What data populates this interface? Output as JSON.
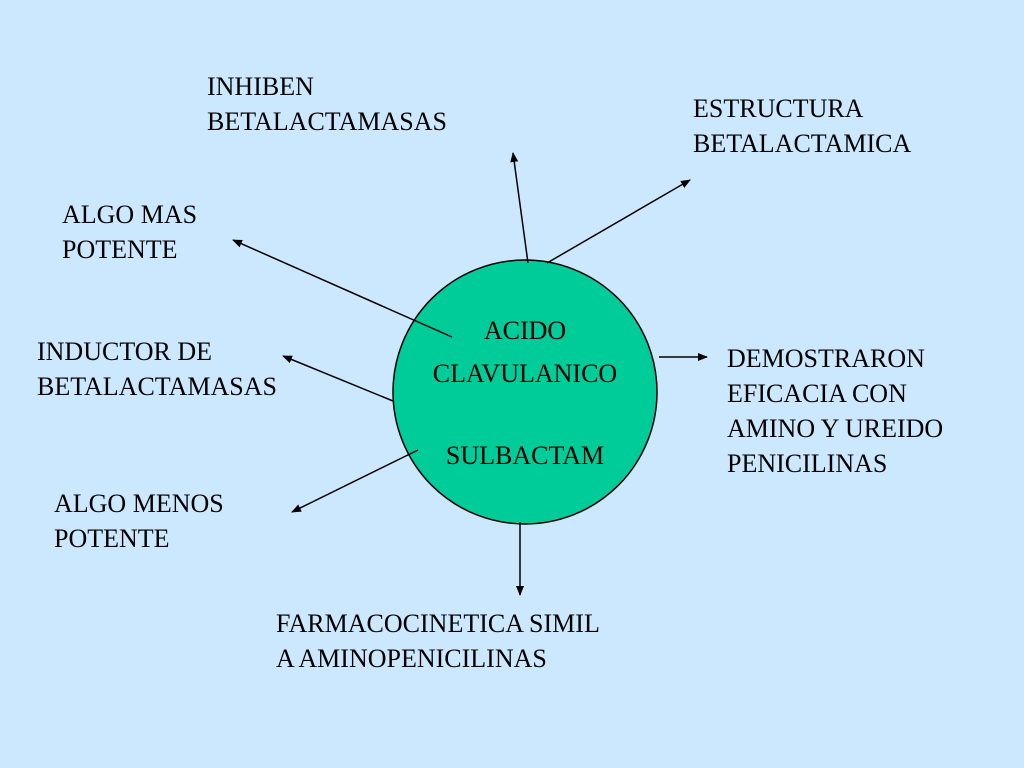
{
  "colors": {
    "background": "#cce8ff",
    "circle_fill": "#00cc99",
    "line": "#000000",
    "text": "#000000"
  },
  "center": {
    "line1": "ACIDO",
    "line2": "CLAVULANICO",
    "line3": "SULBACTAM"
  },
  "nodes": {
    "inhiben": {
      "line1": "INHIBEN",
      "line2": "BETALACTAMASAS"
    },
    "estructura": {
      "line1": "ESTRUCTURA",
      "line2": "BETALACTAMICA"
    },
    "algo_mas": {
      "line1": "ALGO MAS",
      "line2": "POTENTE"
    },
    "inductor": {
      "line1": "INDUCTOR DE",
      "line2": "BETALACTAMASAS"
    },
    "demostraron": {
      "line1": "DEMOSTRARON",
      "line2": "EFICACIA CON",
      "line3": "AMINO Y UREIDO",
      "line4": "PENICILINAS"
    },
    "algo_menos": {
      "line1": "ALGO MENOS",
      "line2": "POTENTE"
    },
    "farmaco": {
      "line1": "FARMACOCINETICA SIMIL",
      "line2": "A AMINOPENICILINAS"
    }
  }
}
